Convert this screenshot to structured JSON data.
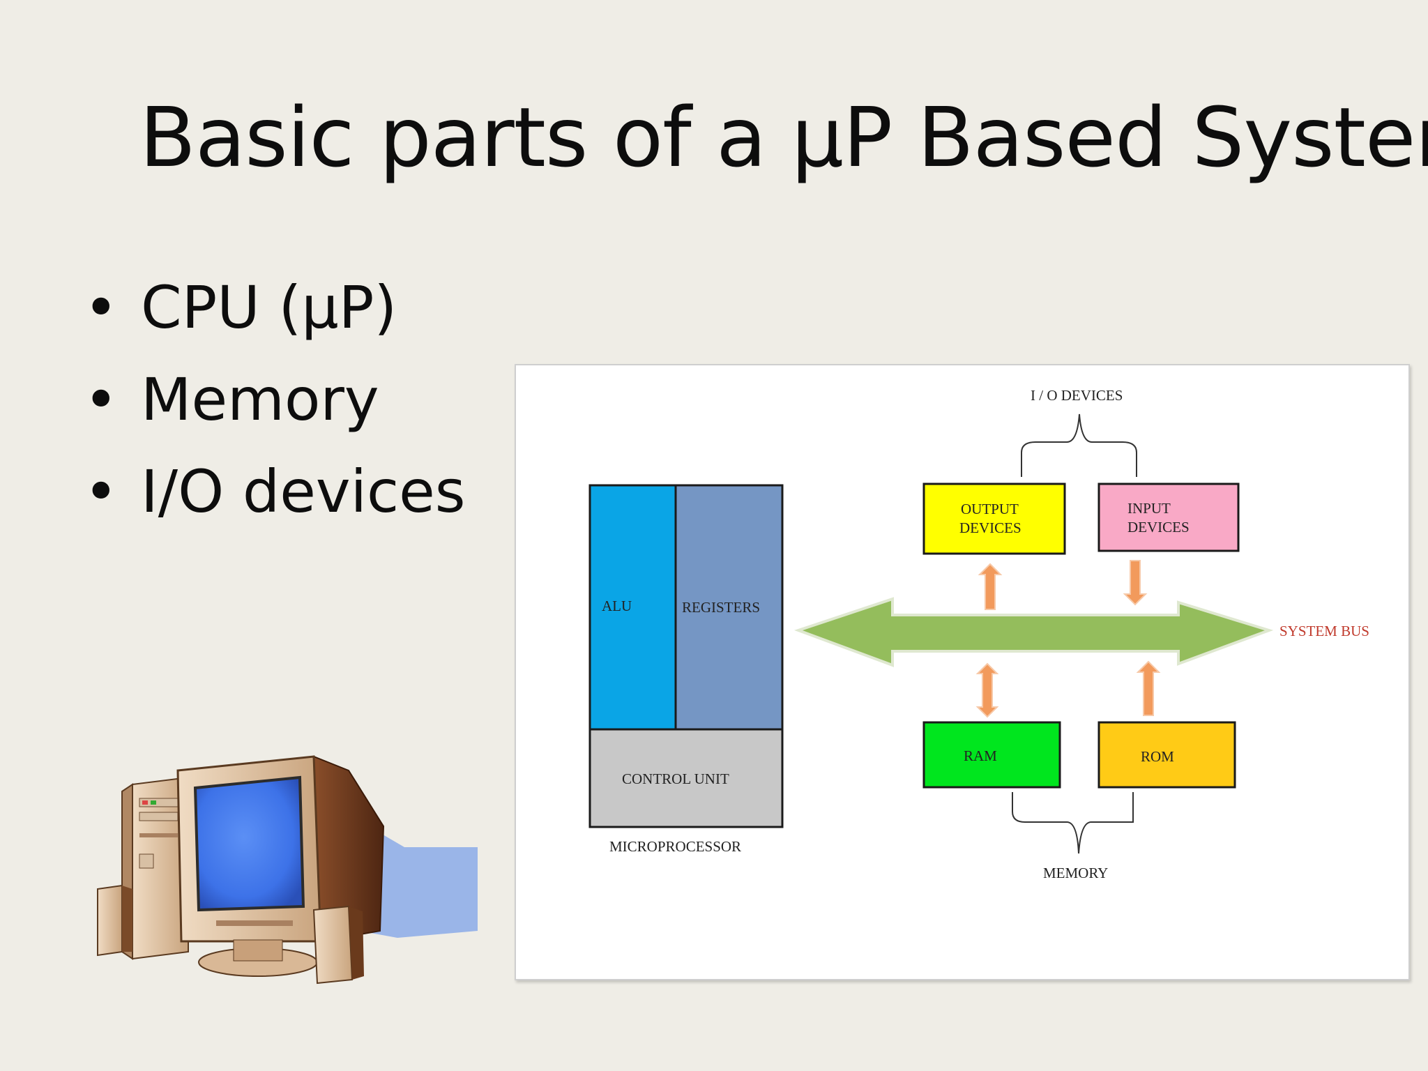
{
  "slide": {
    "title": "Basic parts of a µP Based System",
    "bullets": [
      "CPU (µP)",
      "Memory",
      "I/O devices"
    ]
  },
  "clipart": {
    "icon": "desktop-computer-icon"
  },
  "diagram": {
    "alu": "ALU",
    "registers": "REGISTERS",
    "control_unit": "CONTROL UNIT",
    "microprocessor": "MICROPROCESSOR",
    "io_devices": "I / O DEVICES",
    "output_devices": [
      "OUTPUT",
      "DEVICES"
    ],
    "input_devices": [
      "INPUT",
      "DEVICES"
    ],
    "system_bus": "SYSTEM BUS",
    "ram": "RAM",
    "rom": "ROM",
    "memory": "MEMORY",
    "colors": {
      "alu": "#0aa5e6",
      "registers": "#7596c4",
      "control_unit": "#c8c8c8",
      "output_devices": "#ffff00",
      "input_devices": "#f9a9c6",
      "ram": "#00e61e",
      "rom": "#ffcb16",
      "bus": "#94bd5c",
      "arrow": "#f29a5c"
    }
  }
}
